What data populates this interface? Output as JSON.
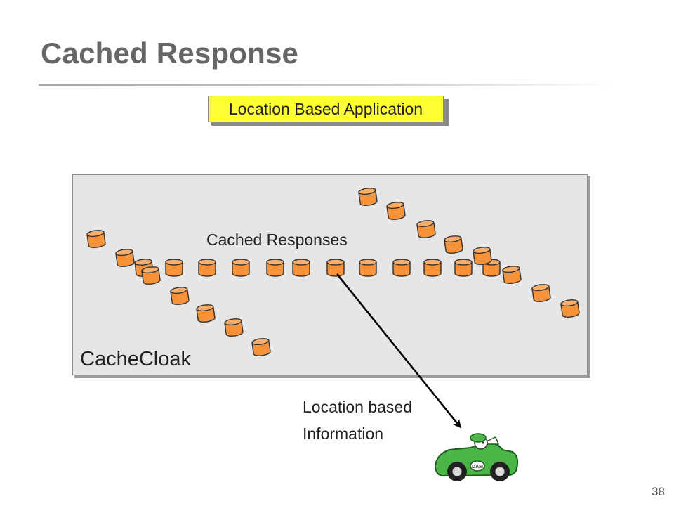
{
  "slide": {
    "title": "Cached Response",
    "page_number": "38"
  },
  "diagram": {
    "app_box_label": "Location Based Application",
    "panel_label": "CacheCloak",
    "cache_label": "Cached Responses",
    "arrow_label_line1": "Location based",
    "arrow_label_line2": "Information",
    "car_badge": "DAM"
  },
  "colors": {
    "title": "#666666",
    "app_box_fill": "#ffff33",
    "panel_fill": "#e6e6e6",
    "cylinder_fill": "#f5923a",
    "car_body": "#4cb548",
    "arrow": "#000000"
  },
  "icons": {
    "cache_item": "orange-cylinder-icon",
    "vehicle": "green-car-with-driver-icon"
  }
}
